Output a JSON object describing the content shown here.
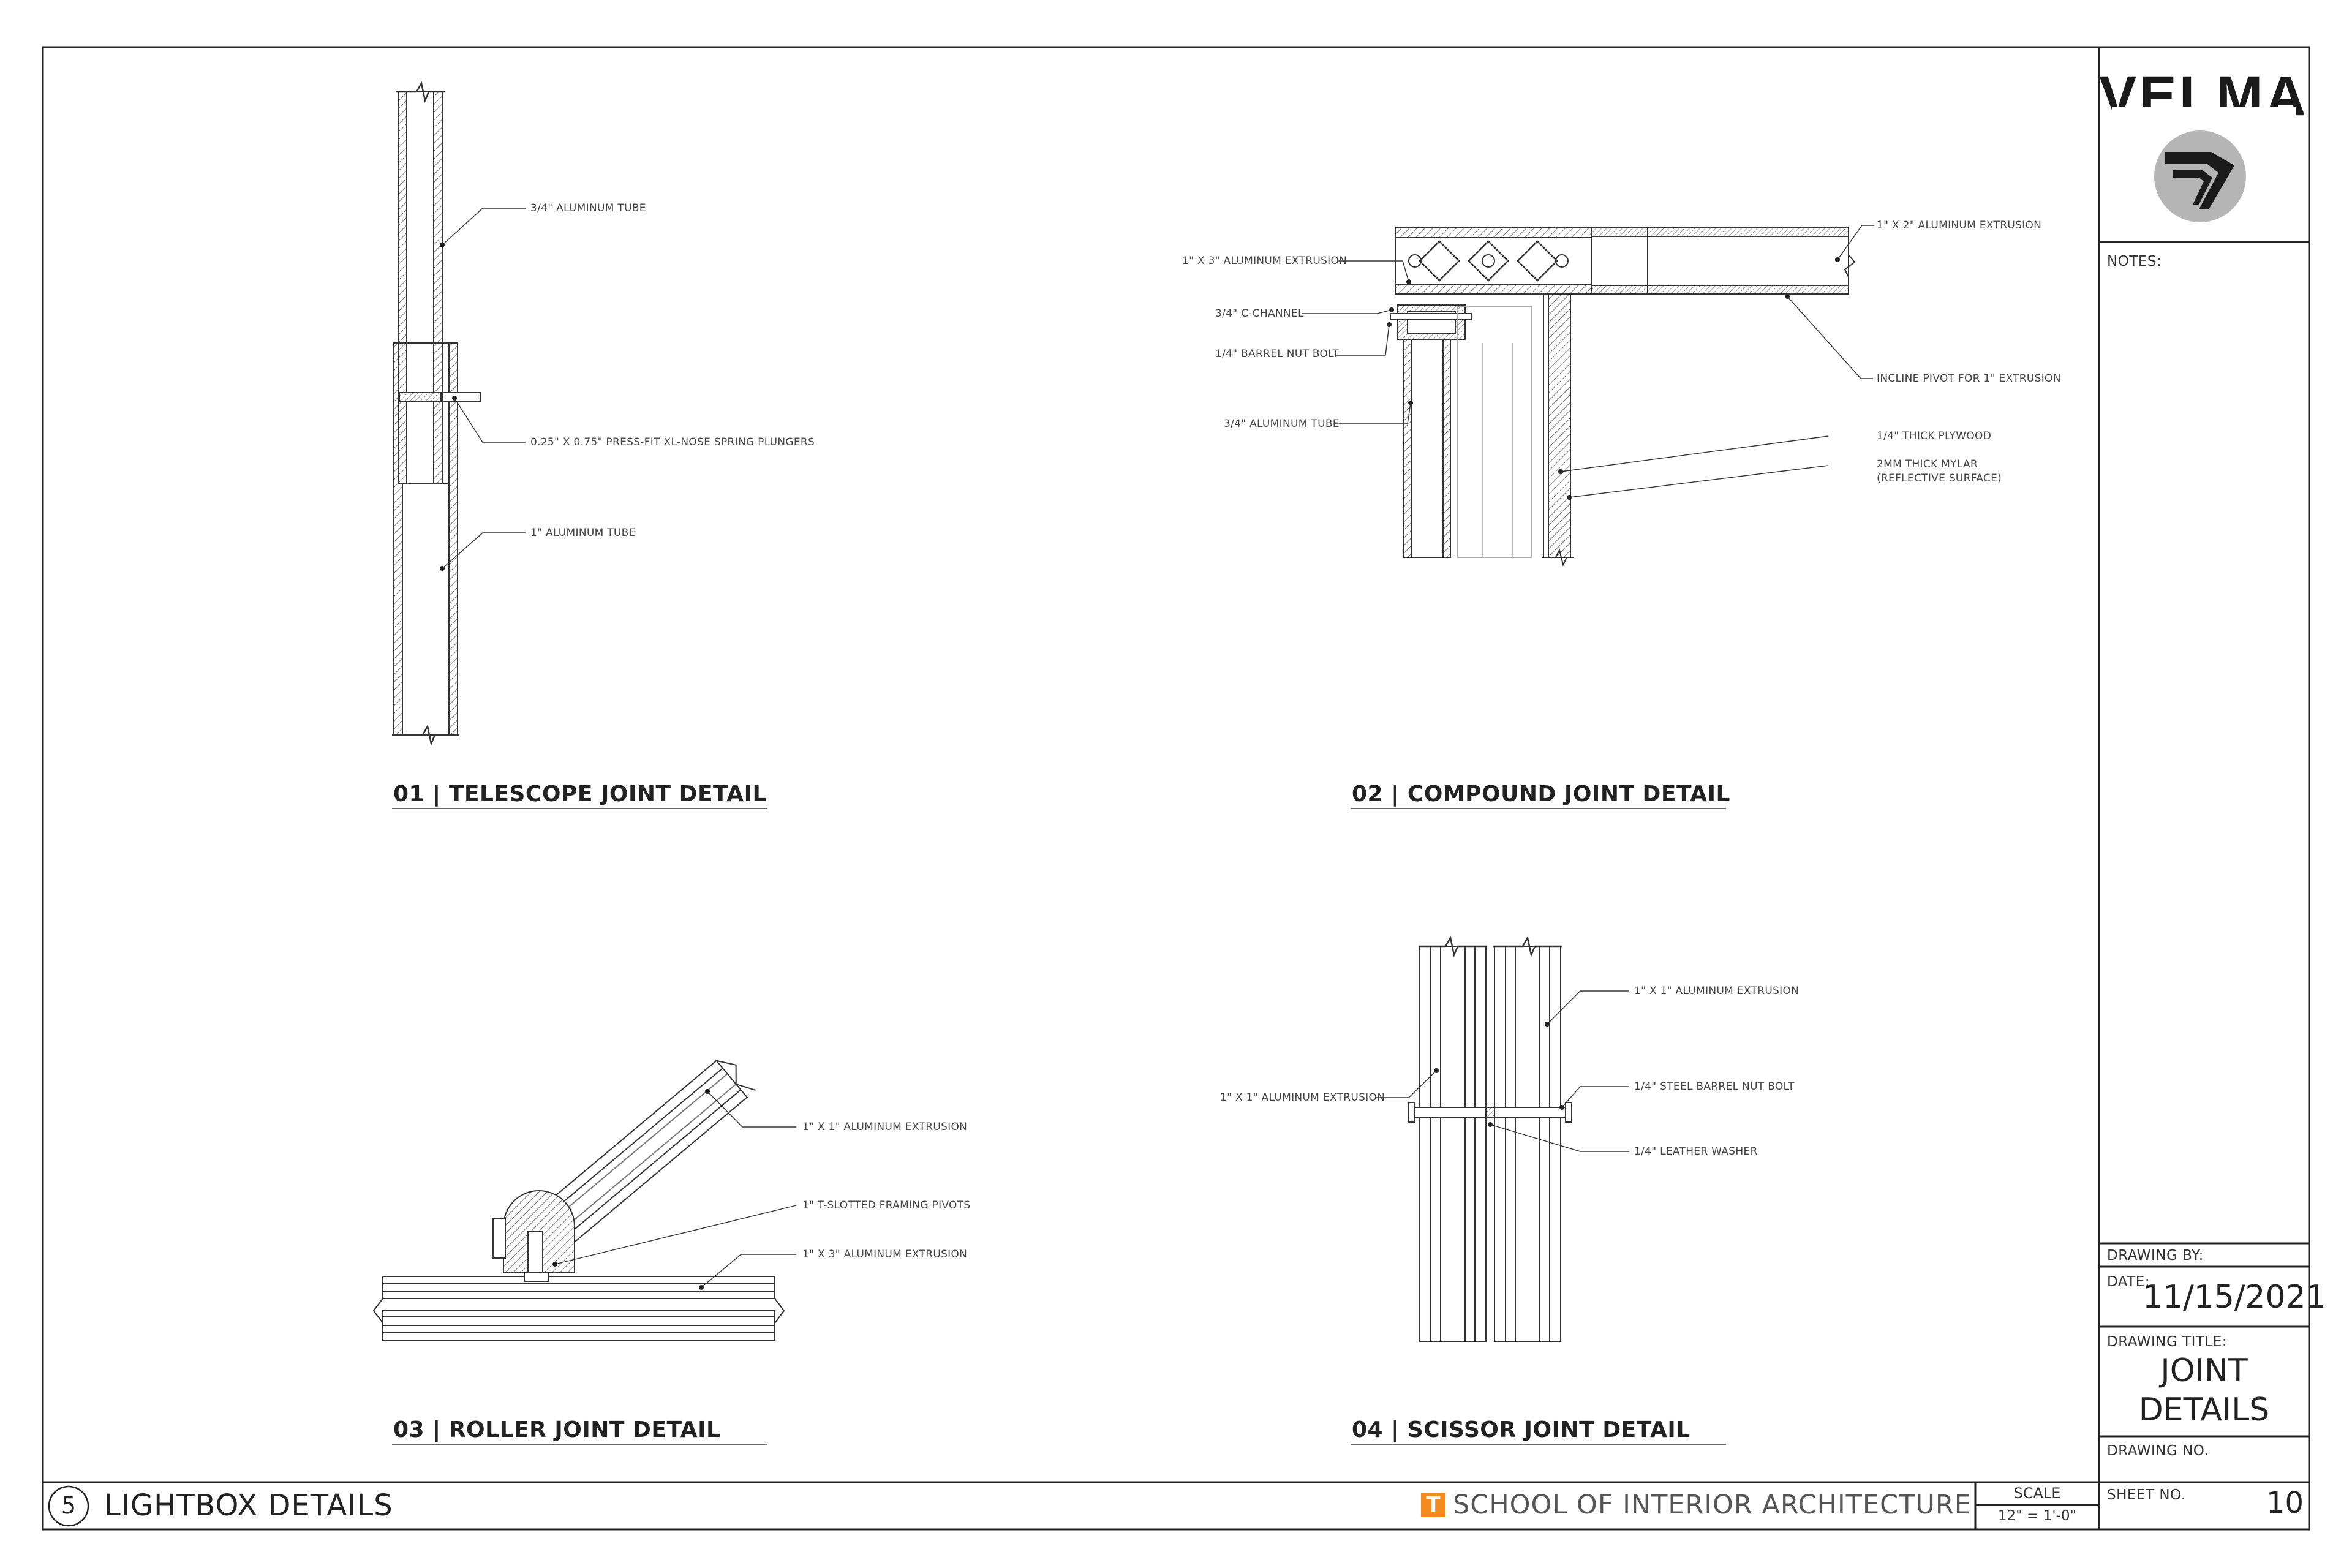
{
  "titleblock": {
    "brand": "VELMA",
    "notes_label": "NOTES:",
    "drawing_by_label": "DRAWING BY:",
    "date_label": "DATE:",
    "date_value": "11/15/2021",
    "drawing_title_label": "DRAWING TITLE:",
    "drawing_title_line1": "JOINT",
    "drawing_title_line2": "DETAILS",
    "drawing_no_label": "DRAWING NO.",
    "sheet_no_label": "SHEET NO.",
    "sheet_no_value": "10"
  },
  "footer": {
    "sheet_number": "5",
    "sheet_title": "LIGHTBOX DETAILS",
    "school_logo": "T",
    "school_name": "SCHOOL OF INTERIOR ARCHITECTURE",
    "scale_label": "SCALE",
    "scale_value": "12\" = 1'-0\""
  },
  "details": {
    "d01": {
      "title": "01 | TELESCOPE JOINT DETAIL",
      "labels": [
        "3/4\" ALUMINUM TUBE",
        "0.25\" X 0.75\" PRESS-FIT XL-NOSE SPRING PLUNGERS",
        "1\" ALUMINUM TUBE"
      ]
    },
    "d02": {
      "title": "02 | COMPOUND JOINT DETAIL",
      "labels": [
        "1\" X 3\" ALUMINUM EXTRUSION",
        "3/4\" C-CHANNEL",
        "1/4\" BARREL NUT BOLT",
        "3/4\" ALUMINUM TUBE",
        "1\" X 2\" ALUMINUM EXTRUSION",
        "INCLINE PIVOT FOR 1\" EXTRUSION",
        "1/4\" THICK PLYWOOD",
        "2MM THICK MYLAR",
        "(REFLECTIVE SURFACE)"
      ]
    },
    "d03": {
      "title": "03 | ROLLER JOINT DETAIL",
      "labels": [
        "1\" X 1\" ALUMINUM EXTRUSION",
        "1\" T-SLOTTED FRAMING PIVOTS",
        "1\" X 3\" ALUMINUM EXTRUSION"
      ]
    },
    "d04": {
      "title": "04 | SCISSOR JOINT DETAIL",
      "labels": [
        "1\" X 1\" ALUMINUM EXTRUSION",
        "1\" X 1\" ALUMINUM EXTRUSION",
        "1/4\" STEEL BARREL NUT BOLT",
        "1/4\" LEATHER WASHER"
      ]
    }
  },
  "colors": {
    "line": "#333333",
    "school_orange": "#f28a1e",
    "logo_grey": "#b5b5b5"
  },
  "icons": [
    "velma-chevron-icon",
    "school-t-logo-icon"
  ]
}
